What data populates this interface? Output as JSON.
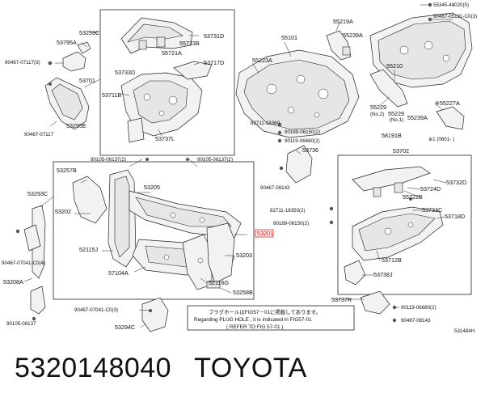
{
  "diagram": {
    "highlight_part": "53201",
    "refcode": "531484H",
    "labels": {
      "p55345": "55345-48020(5)",
      "p90467_05131": "90467-05131-C0(3)",
      "p53259C": "53259C",
      "p53795A": "53795A",
      "p53731D": "53731D",
      "p55723B": "55723B",
      "p55721A": "55721A",
      "p53717D": "53717D",
      "p55101": "55101",
      "p55219A": "55219A",
      "p55239A_top": "55239A",
      "p90467_07117_3": "90467-07117(3)",
      "p53701": "53701",
      "p53733D": "53733D",
      "p53711B": "53711B",
      "p55223A": "55223A",
      "p55210": "55210",
      "p53295E": "53295E",
      "p90467_07117": "90467-07117",
      "p82711_18360": "82711-18360",
      "p90189_06150_2_top": "90189-06150(2)",
      "p90119_06680_2_top": "90119-06680(2)",
      "p53737L": "53737L",
      "p53736": "53736",
      "p55229": "55229",
      "p55229_no2": "(No.2)",
      "p55229_no1": "(No.1)",
      "p55239A": "55239A",
      "p55227A": "※55227A",
      "p58191B": "58191B",
      "p_note_star": "※1 (0601-   )",
      "p53702": "53702",
      "p90105_06137_2_a": "90105-06137(2)",
      "p90105_06137_2_b": "90105-06137(2)",
      "p90467_08143_a": "90467-08143",
      "p53257B": "53257B",
      "p53205": "53205",
      "p53724D": "53724D",
      "p53732D": "53732D",
      "p55722B": "55722B",
      "p53293C": "53293C",
      "p53202": "53202",
      "p82711_18350": "82711-18350(2)",
      "p53734C": "53734C",
      "p90189_06150_2": "90189-06150(2)",
      "p53718D": "53718D",
      "p53201": "53201",
      "p52115J": "52115J",
      "p53203": "53203",
      "p53712B": "53712B",
      "p90467_07041_4": "90467-07041-C0(4)",
      "p57104A": "57104A",
      "p52116G": "52116G",
      "p53738J": "53738J",
      "p53208A": "53208A",
      "p53258B": "53258B",
      "p53737R": "53737R",
      "p90467_07041_3": "90467-07041-C0(3)",
      "p90119_06680_2": "90119-06680(2)",
      "p90105_06137": "90105-06137",
      "p53294C": "53294C",
      "p90467_08143_b": "90467-08143"
    },
    "note": {
      "line1": "プラグホールはFIG57－01に掲載してあります。",
      "line2": "Regarding PLUG HOLE , it is indicated in FIG57-01",
      "line3": "( REFER TO FIG 57-01 )"
    }
  },
  "caption": {
    "part_number": "5320148040",
    "brand": "TOYOTA"
  }
}
